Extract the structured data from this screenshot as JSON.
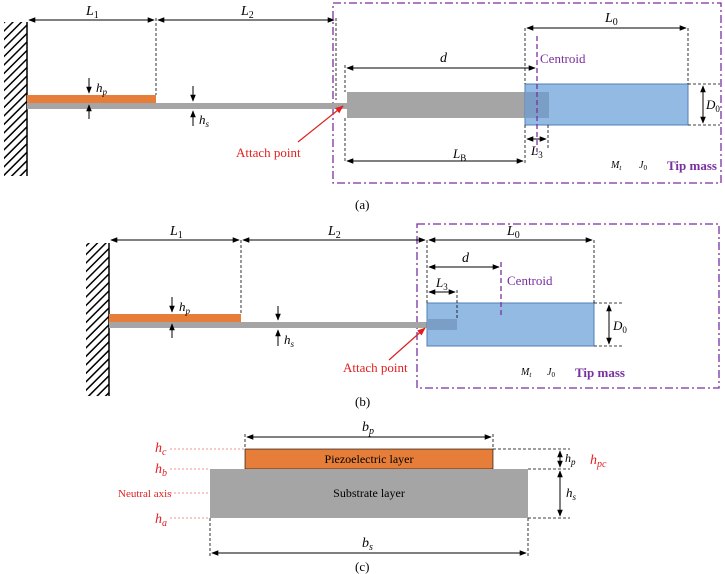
{
  "colors": {
    "piezo": "#E67E3A",
    "substrate": "#A5A5A5",
    "tip_fill": "#8DB6E2",
    "tip_stroke": "#4F7FB8",
    "box": "#7A2FA0",
    "centroid": "#7A2FA0",
    "red": "#E02020",
    "pink_dotted": "#F07070",
    "black": "#000000"
  },
  "panel_a": {
    "L1": "L",
    "L1_sub": "1",
    "L2": "L",
    "L2_sub": "2",
    "L0": "L",
    "L0_sub": "0",
    "d": "d",
    "centroid": "Centroid",
    "hp": "h",
    "hp_sub": "p",
    "hs": "h",
    "hs_sub": "s",
    "D0": "D",
    "D0_sub": "0",
    "attach": "Attach point",
    "LB": "L",
    "LB_sub": "B",
    "L3": "L",
    "L3_sub": "3",
    "Mt": "M",
    "Mt_sub": "t",
    "J0": "J",
    "J0_sub": "0",
    "tip_mass": "Tip mass",
    "caption": "(a)"
  },
  "panel_b": {
    "L1": "L",
    "L1_sub": "1",
    "L2": "L",
    "L2_sub": "2",
    "L0": "L",
    "L0_sub": "0",
    "d": "d",
    "L3": "L",
    "L3_sub": "3",
    "centroid": "Centroid",
    "hp": "h",
    "hp_sub": "p",
    "hs": "h",
    "hs_sub": "s",
    "D0": "D",
    "D0_sub": "0",
    "attach": "Attach point",
    "Mt": "M",
    "Mt_sub": "t",
    "J0": "J",
    "J0_sub": "0",
    "tip_mass": "Tip mass",
    "caption": "(b)"
  },
  "panel_c": {
    "bp": "b",
    "bp_sub": "p",
    "bs": "b",
    "bs_sub": "s",
    "hc": "h",
    "hc_sub": "c",
    "hb": "h",
    "hb_sub": "b",
    "ha": "h",
    "ha_sub": "a",
    "neutral": "Neutral axis",
    "piezo_layer": "Piezoelectric layer",
    "substrate_layer": "Substrate layer",
    "hp": "h",
    "hp_sub": "p",
    "hpc": "h",
    "hpc_sub": "pc",
    "hs": "h",
    "hs_sub": "s",
    "caption": "(c)"
  }
}
